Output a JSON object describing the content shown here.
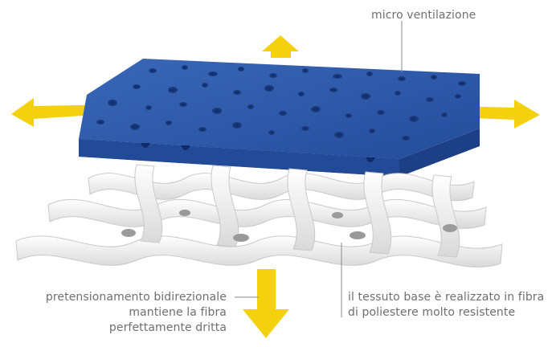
{
  "labels": {
    "micro": "micro ventilazione",
    "pretension": [
      "pretensionamento bidirezionale",
      "mantiene la fibra",
      "perfettamente dritta"
    ],
    "fabric": [
      "il tessuto base è realizzato in fibra",
      "di poliestere molto resistente"
    ]
  },
  "colors": {
    "membrane": "#2b58a8",
    "membrane_side": "#1d3f86",
    "arrow": "#f4d10f",
    "fiber": "#eeeeee",
    "label_text": "#6f6f6f"
  }
}
